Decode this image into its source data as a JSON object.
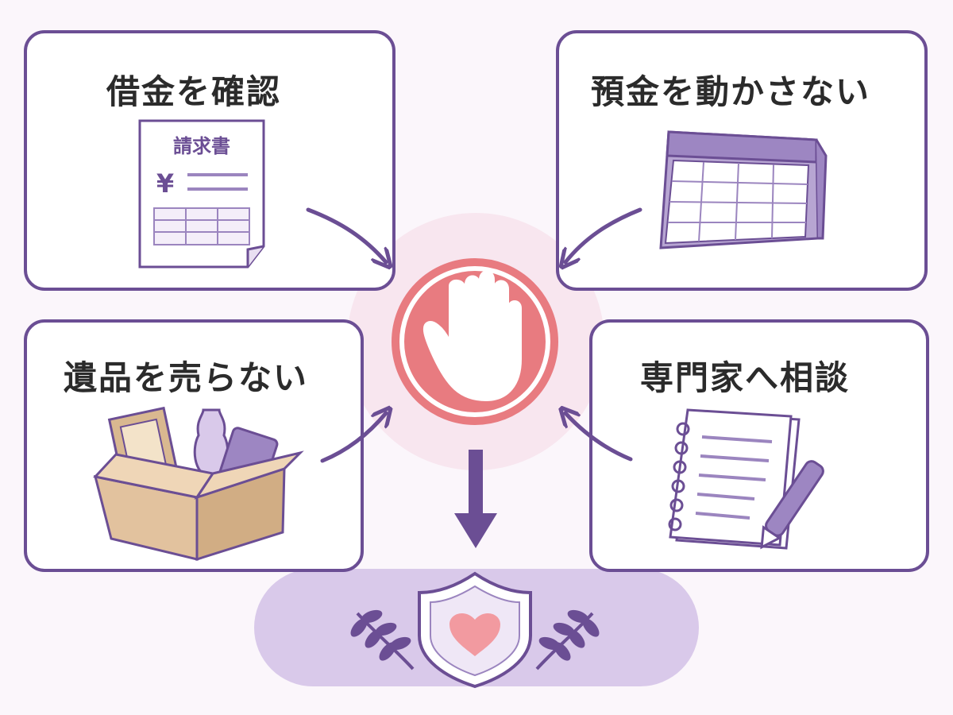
{
  "panels": {
    "top_left": {
      "title": "借金を確認",
      "invoice_label": "請求書",
      "currency_symbol": "¥"
    },
    "top_right": {
      "title": "預金を動かさない"
    },
    "bottom_left": {
      "title": "遺品を売らない"
    },
    "bottom_right": {
      "title": "専門家へ相談"
    }
  },
  "center": {
    "icon": "stop-hand-icon"
  },
  "result": {
    "icon": "shield-heart-icon"
  },
  "colors": {
    "frame": "#6b4e94",
    "stop_red": "#e87b80",
    "lavender": "#d9c9ea",
    "shield_heart": "#f29aa0"
  }
}
